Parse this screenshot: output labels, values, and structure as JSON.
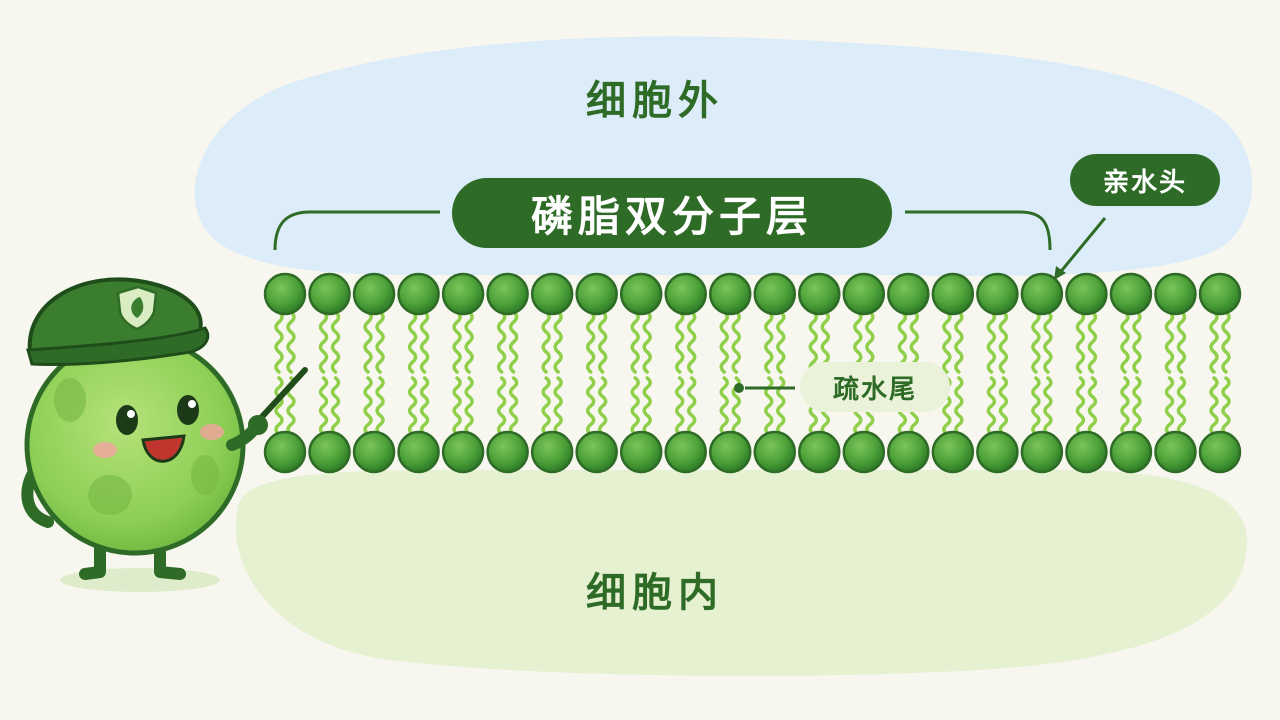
{
  "labels": {
    "extracellular": "细胞外",
    "intracellular": "细胞内",
    "title": "磷脂双分子层",
    "hydrophilic_head": "亲水头",
    "hydrophobic_tail": "疏水尾"
  },
  "bilayer": {
    "phospholipids_per_leaflet": 22,
    "leaflets": 2
  },
  "colors": {
    "dark_green": "#2e6b26",
    "head_green": "#4fa33a",
    "tail_green": "#8fcf4a",
    "sky_blue": "#dcecf9",
    "cytoplasm_green": "#e6f1d2",
    "mascot_green": "#8ccf55"
  },
  "icons": {
    "mascot": "green-cell-mascot-with-cap",
    "cap_badge": "leaf-shield-icon",
    "pointer": "pointer-stick"
  }
}
